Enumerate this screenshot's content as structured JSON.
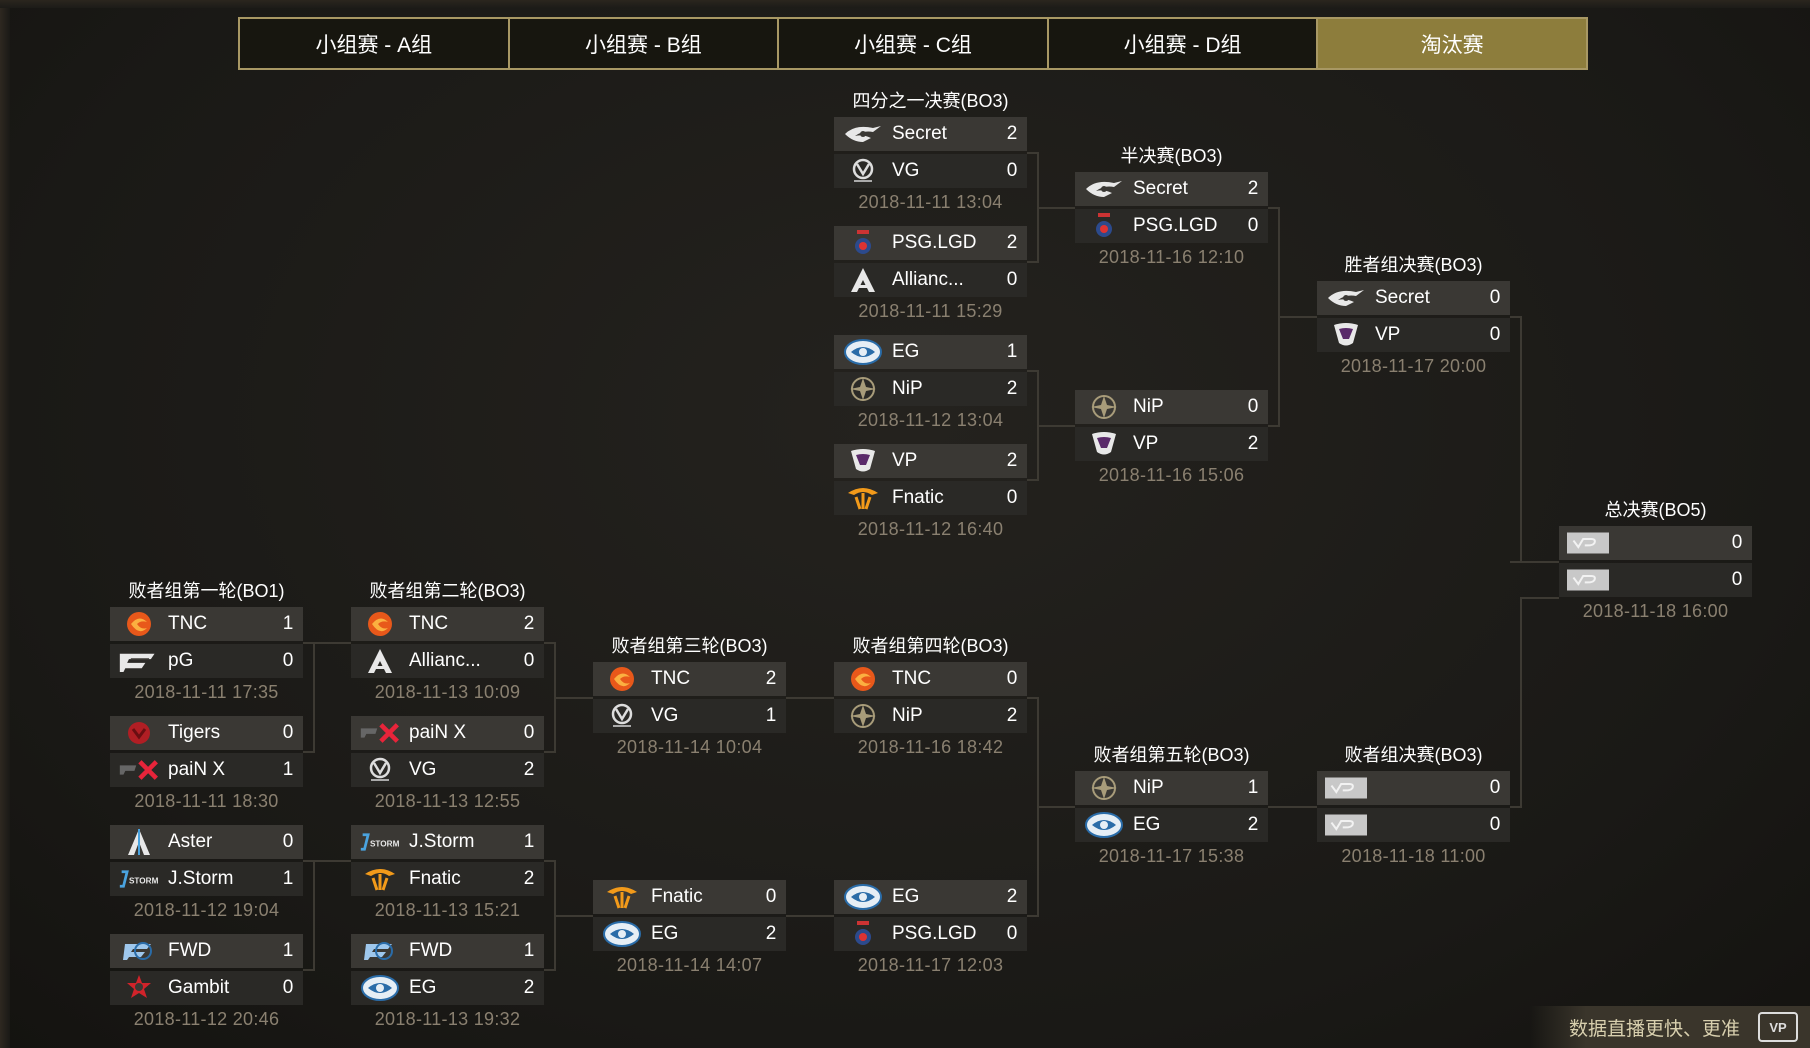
{
  "tabs": [
    {
      "label": "小组赛 - A组",
      "active": false
    },
    {
      "label": "小组赛 - B组",
      "active": false
    },
    {
      "label": "小组赛 - C组",
      "active": false
    },
    {
      "label": "小组赛 - D组",
      "active": false
    },
    {
      "label": "淘汰赛",
      "active": true
    }
  ],
  "rounds": {
    "qf": "四分之一决赛(BO3)",
    "sf": "半决赛(BO3)",
    "ubf": "胜者组决赛(BO3)",
    "gf": "总决赛(BO5)",
    "lb1": "败者组第一轮(BO1)",
    "lb2": "败者组第二轮(BO3)",
    "lb3": "败者组第三轮(BO3)",
    "lb4": "败者组第四轮(BO3)",
    "lb5": "败者组第五轮(BO3)",
    "lbf": "败者组决赛(BO3)"
  },
  "matches": {
    "qf1": {
      "t1": {
        "name": "Secret",
        "score": "2",
        "logo": "secret-logo"
      },
      "t2": {
        "name": "VG",
        "score": "0",
        "logo": "vg-logo"
      },
      "time": "2018-11-11 13:04"
    },
    "qf2": {
      "t1": {
        "name": "PSG.LGD",
        "score": "2",
        "logo": "lgd-logo"
      },
      "t2": {
        "name": "Allianc...",
        "score": "0",
        "logo": "alliance-logo"
      },
      "time": "2018-11-11 15:29"
    },
    "qf3": {
      "t1": {
        "name": "EG",
        "score": "1",
        "logo": "eg-logo"
      },
      "t2": {
        "name": "NiP",
        "score": "2",
        "logo": "nip-logo"
      },
      "time": "2018-11-12 13:04"
    },
    "qf4": {
      "t1": {
        "name": "VP",
        "score": "2",
        "logo": "vp-logo"
      },
      "t2": {
        "name": "Fnatic",
        "score": "0",
        "logo": "fnatic-logo"
      },
      "time": "2018-11-12 16:40"
    },
    "sf1": {
      "t1": {
        "name": "Secret",
        "score": "2",
        "logo": "secret-logo"
      },
      "t2": {
        "name": "PSG.LGD",
        "score": "0",
        "logo": "lgd-logo"
      },
      "time": "2018-11-16 12:10"
    },
    "sf2": {
      "t1": {
        "name": "NiP",
        "score": "0",
        "logo": "nip-logo"
      },
      "t2": {
        "name": "VP",
        "score": "2",
        "logo": "vp-logo"
      },
      "time": "2018-11-16 15:06"
    },
    "ubf": {
      "t1": {
        "name": "Secret",
        "score": "0",
        "logo": "secret-logo"
      },
      "t2": {
        "name": "VP",
        "score": "0",
        "logo": "vp-logo"
      },
      "time": "2018-11-17 20:00"
    },
    "gf": {
      "t1": {
        "name": "",
        "score": "0",
        "logo": "placeholder-logo"
      },
      "t2": {
        "name": "",
        "score": "0",
        "logo": "placeholder-logo"
      },
      "time": "2018-11-18 16:00"
    },
    "lb1a": {
      "t1": {
        "name": "TNC",
        "score": "1",
        "logo": "tnc-logo"
      },
      "t2": {
        "name": "pG",
        "score": "0",
        "logo": "pg-logo"
      },
      "time": "2018-11-11 17:35"
    },
    "lb1b": {
      "t1": {
        "name": "Tigers",
        "score": "0",
        "logo": "tigers-logo"
      },
      "t2": {
        "name": "paiN X",
        "score": "1",
        "logo": "painx-logo"
      },
      "time": "2018-11-11 18:30"
    },
    "lb1c": {
      "t1": {
        "name": "Aster",
        "score": "0",
        "logo": "aster-logo"
      },
      "t2": {
        "name": "J.Storm",
        "score": "1",
        "logo": "jstorm-logo"
      },
      "time": "2018-11-12 19:04"
    },
    "lb1d": {
      "t1": {
        "name": "FWD",
        "score": "1",
        "logo": "fwd-logo"
      },
      "t2": {
        "name": "Gambit",
        "score": "0",
        "logo": "gambit-logo"
      },
      "time": "2018-11-12 20:46"
    },
    "lb2a": {
      "t1": {
        "name": "TNC",
        "score": "2",
        "logo": "tnc-logo"
      },
      "t2": {
        "name": "Allianc...",
        "score": "0",
        "logo": "alliance-logo"
      },
      "time": "2018-11-13 10:09"
    },
    "lb2b": {
      "t1": {
        "name": "paiN X",
        "score": "0",
        "logo": "painx-logo"
      },
      "t2": {
        "name": "VG",
        "score": "2",
        "logo": "vg-logo"
      },
      "time": "2018-11-13 12:55"
    },
    "lb2c": {
      "t1": {
        "name": "J.Storm",
        "score": "1",
        "logo": "jstorm-logo"
      },
      "t2": {
        "name": "Fnatic",
        "score": "2",
        "logo": "fnatic-logo"
      },
      "time": "2018-11-13 15:21"
    },
    "lb2d": {
      "t1": {
        "name": "FWD",
        "score": "1",
        "logo": "fwd-logo"
      },
      "t2": {
        "name": "EG",
        "score": "2",
        "logo": "eg-logo"
      },
      "time": "2018-11-13 19:32"
    },
    "lb3a": {
      "t1": {
        "name": "TNC",
        "score": "2",
        "logo": "tnc-logo"
      },
      "t2": {
        "name": "VG",
        "score": "1",
        "logo": "vg-logo"
      },
      "time": "2018-11-14 10:04"
    },
    "lb3b": {
      "t1": {
        "name": "Fnatic",
        "score": "0",
        "logo": "fnatic-logo"
      },
      "t2": {
        "name": "EG",
        "score": "2",
        "logo": "eg-logo"
      },
      "time": "2018-11-14 14:07"
    },
    "lb4a": {
      "t1": {
        "name": "TNC",
        "score": "0",
        "logo": "tnc-logo"
      },
      "t2": {
        "name": "NiP",
        "score": "2",
        "logo": "nip-logo"
      },
      "time": "2018-11-16 18:42"
    },
    "lb4b": {
      "t1": {
        "name": "EG",
        "score": "2",
        "logo": "eg-logo"
      },
      "t2": {
        "name": "PSG.LGD",
        "score": "0",
        "logo": "lgd-logo"
      },
      "time": "2018-11-17 12:03"
    },
    "lb5": {
      "t1": {
        "name": "NiP",
        "score": "1",
        "logo": "nip-logo"
      },
      "t2": {
        "name": "EG",
        "score": "2",
        "logo": "eg-logo"
      },
      "time": "2018-11-17 15:38"
    },
    "lbf": {
      "t1": {
        "name": "",
        "score": "0",
        "logo": "placeholder-logo"
      },
      "t2": {
        "name": "",
        "score": "0",
        "logo": "placeholder-logo"
      },
      "time": "2018-11-18 11:00"
    }
  },
  "footer": {
    "text": "数据直播更快、更准",
    "logo_text": "VP"
  },
  "colors": {
    "tab_border": "#a89864",
    "tab_active": "#8d7d3c",
    "row_bg": "#3a3834",
    "time_text": "#8a8070",
    "background": "#1c1b18"
  }
}
